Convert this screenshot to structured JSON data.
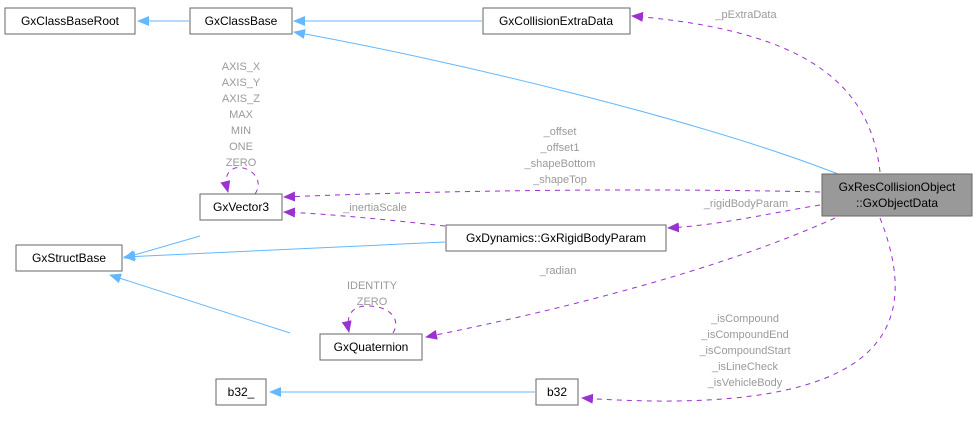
{
  "colors": {
    "inheritance_edge": "#63b8ff",
    "usage_edge": "#9a32cd",
    "focus_node_fill": "#999999",
    "node_border": "#666666",
    "label_text": "#9a9a9a"
  },
  "nodes": {
    "gxclassbaseroot": "GxClassBaseRoot",
    "gxclassbase": "GxClassBase",
    "gxcollisionextradata": "GxCollisionExtraData",
    "gxvector3": "GxVector3",
    "gxstructbase": "GxStructBase",
    "gxrigidbodyparam": "GxDynamics::GxRigidBodyParam",
    "gxquaternion": "GxQuaternion",
    "b32_": "b32_",
    "b32": "b32",
    "focus_line1": "GxResCollisionObject",
    "focus_line2": "::GxObjectData"
  },
  "labels": {
    "pextradata": "_pExtraData",
    "vector3_self": [
      "AXIS_X",
      "AXIS_Y",
      "AXIS_Z",
      "MAX",
      "MIN",
      "ONE",
      "ZERO"
    ],
    "offset": [
      "_offset",
      "_offset1",
      "_shapeBottom",
      "_shapeTop"
    ],
    "inertiascale": "_inertiaScale",
    "rigidbodyparam": "_rigidBodyParam",
    "radian": "_radian",
    "quaternion_self": [
      "IDENTITY",
      "ZERO"
    ],
    "b32_members": [
      "_isCompound",
      "_isCompoundEnd",
      "_isCompoundStart",
      "_isLineCheck",
      "_isVehicleBody"
    ]
  }
}
